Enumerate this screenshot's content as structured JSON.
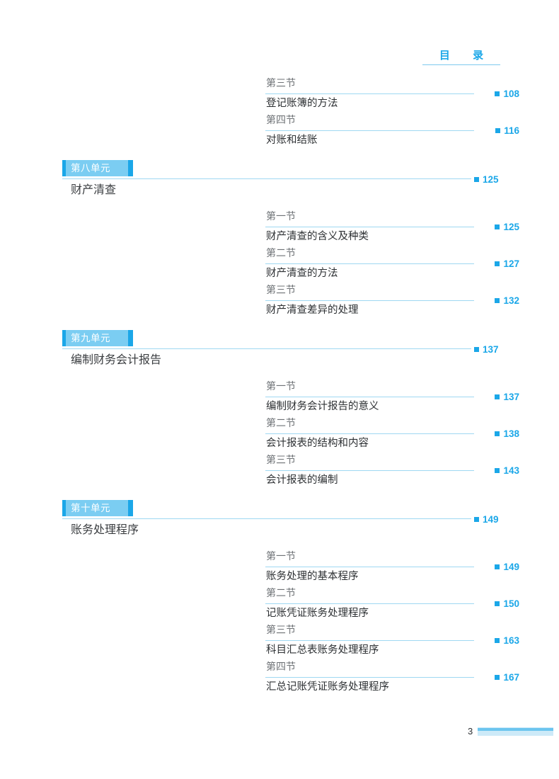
{
  "header": {
    "title": "目 录"
  },
  "entries": [
    {
      "kind": "section",
      "label": "第三节",
      "title": "登记账簿的方法",
      "page": "108"
    },
    {
      "kind": "section",
      "label": "第四节",
      "title": "对账和结账",
      "page": "116"
    },
    {
      "kind": "unit",
      "badge": "第八单元",
      "title": "财产清查",
      "page": "125"
    },
    {
      "kind": "section",
      "label": "第一节",
      "title": "财产清查的含义及种类",
      "page": "125"
    },
    {
      "kind": "section",
      "label": "第二节",
      "title": "财产清查的方法",
      "page": "127"
    },
    {
      "kind": "section",
      "label": "第三节",
      "title": "财产清查差异的处理",
      "page": "132"
    },
    {
      "kind": "unit",
      "badge": "第九单元",
      "title": "编制财务会计报告",
      "page": "137"
    },
    {
      "kind": "section",
      "label": "第一节",
      "title": "编制财务会计报告的意义",
      "page": "137"
    },
    {
      "kind": "section",
      "label": "第二节",
      "title": "会计报表的结构和内容",
      "page": "138"
    },
    {
      "kind": "section",
      "label": "第三节",
      "title": "会计报表的编制",
      "page": "143"
    },
    {
      "kind": "unit",
      "badge": "第十单元",
      "title": "账务处理程序",
      "page": "149"
    },
    {
      "kind": "section",
      "label": "第一节",
      "title": "账务处理的基本程序",
      "page": "149"
    },
    {
      "kind": "section",
      "label": "第二节",
      "title": "记账凭证账务处理程序",
      "page": "150"
    },
    {
      "kind": "section",
      "label": "第三节",
      "title": "科目汇总表账务处理程序",
      "page": "163"
    },
    {
      "kind": "section",
      "label": "第四节",
      "title": "汇总记账凭证账务处理程序",
      "page": "167"
    }
  ],
  "footer": {
    "page_number": "3"
  },
  "colors": {
    "accent": "#1ba7e8",
    "accent_light": "#7bcdf2",
    "rule": "#9fd8f2",
    "footer_band": "#cdeaf8",
    "text_dark": "#2d3033",
    "text_muted": "#6e7276"
  }
}
